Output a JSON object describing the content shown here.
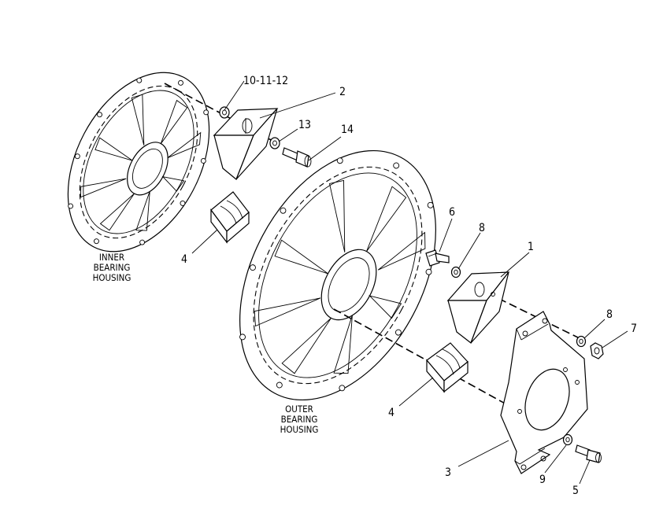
{
  "callouts": {
    "c10_11_12": "10-11-12",
    "c2": "2",
    "c13": "13",
    "c14": "14",
    "c4a": "4",
    "c6": "6",
    "c8a": "8",
    "c1": "1",
    "c8b": "8",
    "c7": "7",
    "c4b": "4",
    "c3": "3",
    "c9": "9",
    "c5": "5"
  },
  "captions": {
    "inner": [
      "INNER",
      "BEARING",
      "HOUSING"
    ],
    "outer": [
      "OUTER",
      "BEARING",
      "HOUSING"
    ]
  }
}
